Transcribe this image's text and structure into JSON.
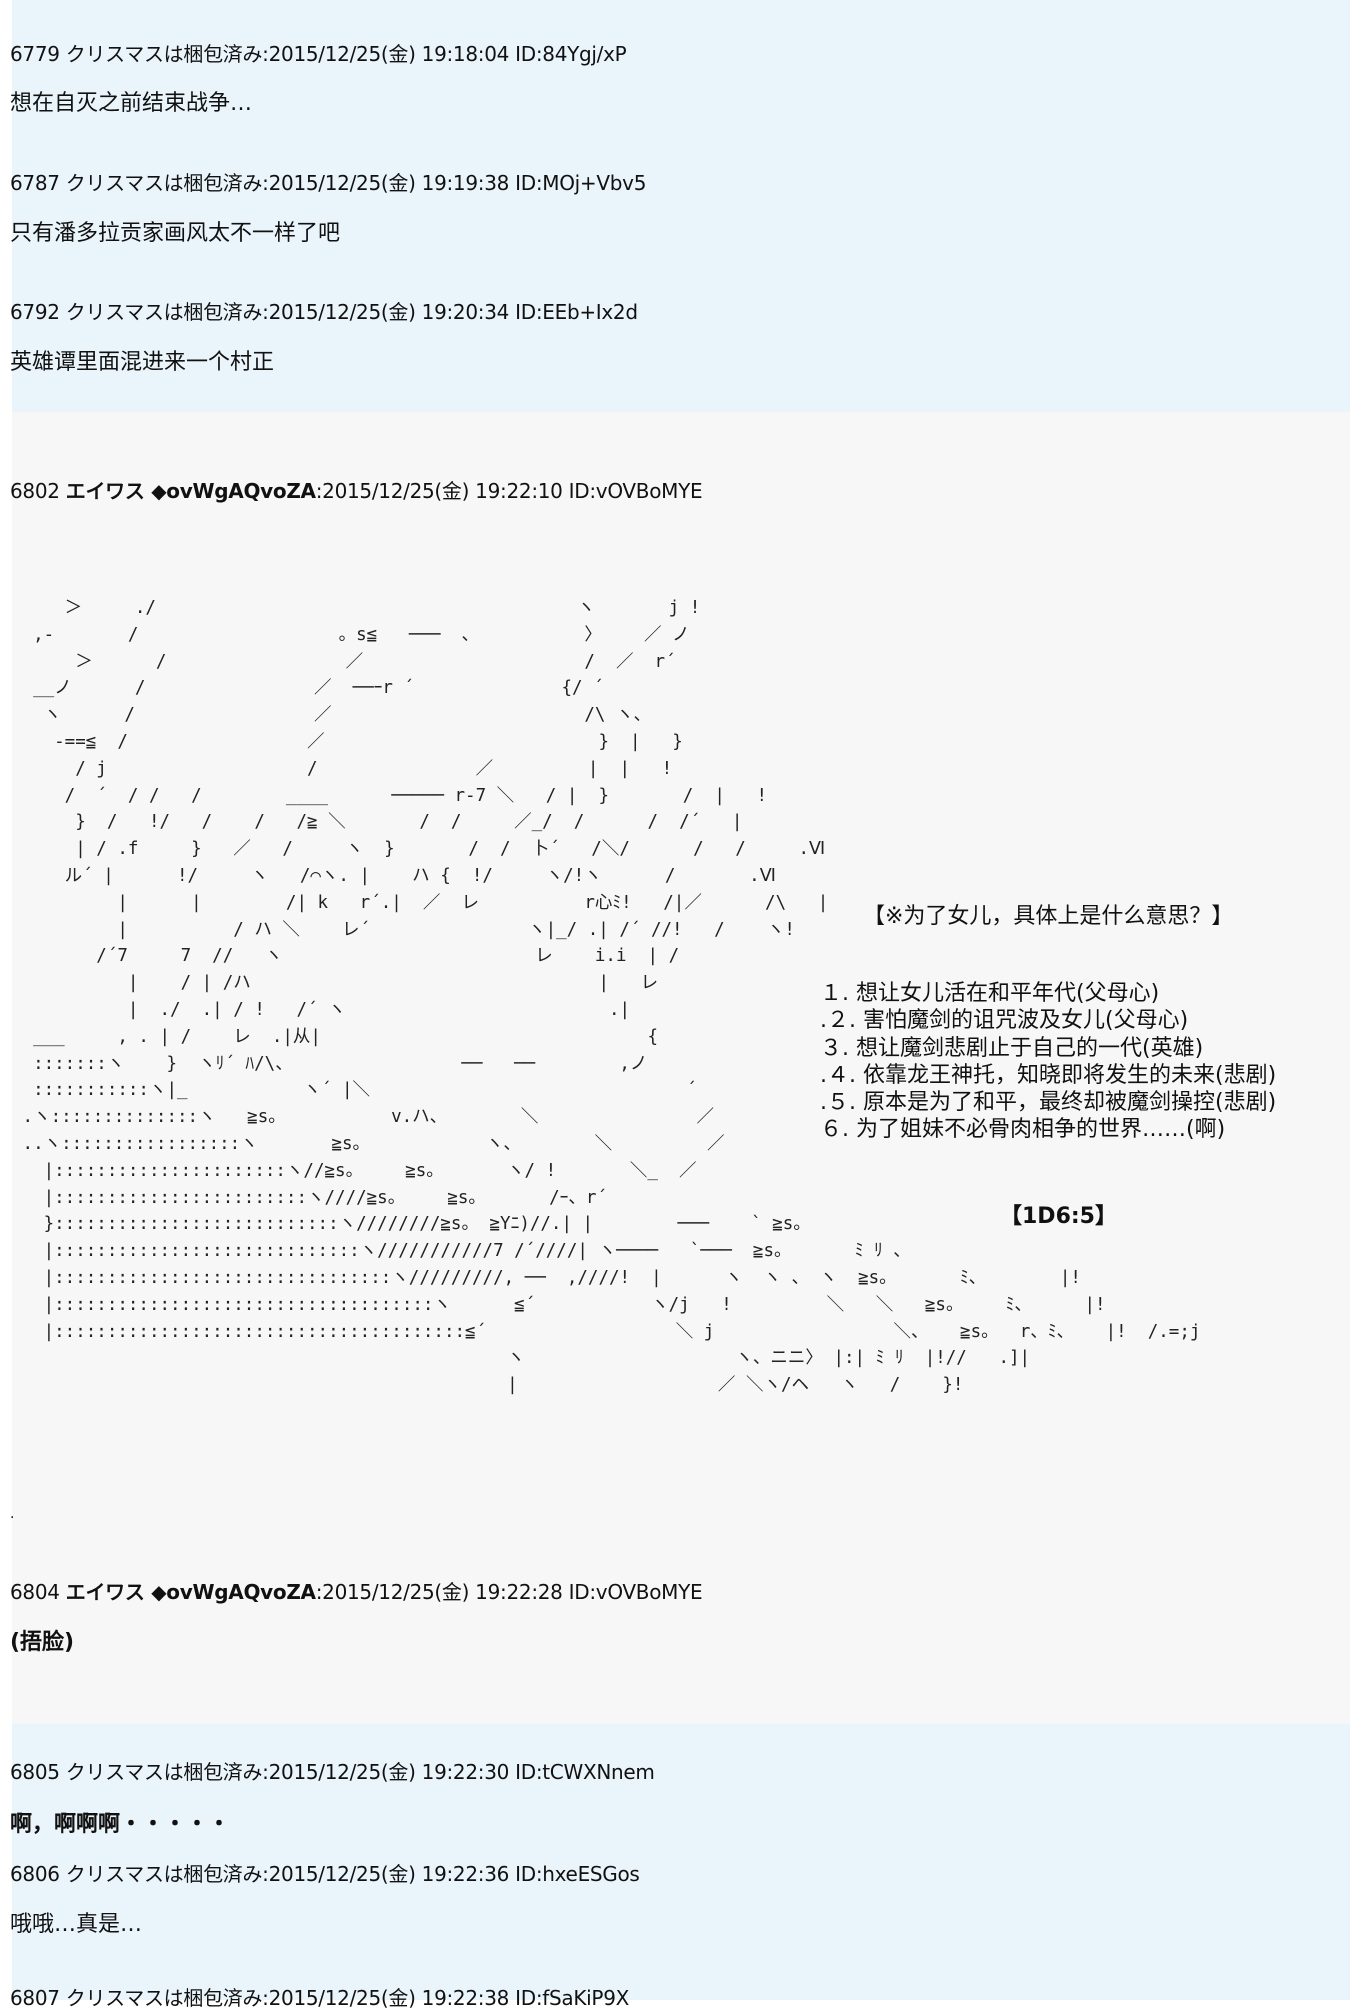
{
  "posts": [
    {
      "num": "6779",
      "name": "クリスマスは梱包済み",
      "meta": ":2015/12/25(金) 19:18:04 ID:84Ygj/xP",
      "body": "想在自灭之前结束战争…"
    },
    {
      "num": "6787",
      "name": "クリスマスは梱包済み",
      "meta": ":2015/12/25(金) 19:19:38 ID:MOj+Vbv5",
      "body": "只有潘多拉贡家画风太不一样了吧"
    },
    {
      "num": "6792",
      "name": "クリスマスは梱包済み",
      "meta": ":2015/12/25(金) 19:20:34 ID:EEb+Ix2d",
      "body": "英雄谭里面混进来一个村正"
    },
    {
      "num": "6802",
      "name": "エイワス ◆ovWgAQvoZA",
      "meta": ":2015/12/25(金) 19:22:10 ID:vOVBoMYE",
      "body": ""
    },
    {
      "num": "6804",
      "name": "エイワス ◆ovWgAQvoZA",
      "meta": ":2015/12/25(金) 19:22:28 ID:vOVBoMYE",
      "body": "(捂脸)"
    },
    {
      "num": "6805",
      "name": "クリスマスは梱包済み",
      "meta": ":2015/12/25(金) 19:22:30 ID:tCWXNnem",
      "body": "啊，啊啊啊・・・・・"
    },
    {
      "num": "6806",
      "name": "クリスマスは梱包済み",
      "meta": ":2015/12/25(金) 19:22:36 ID:hxeESGos",
      "body": "哦哦…真是…"
    },
    {
      "num": "6807",
      "name": "クリスマスは梱包済み",
      "meta": ":2015/12/25(金) 19:22:38 ID:fSaKiP9X",
      "body": ""
    }
  ],
  "choice": {
    "question": "【※为了女儿，具体上是什么意思？】",
    "options": [
      "１. 想让女儿活在和平年代(父母心)",
      ".２. 害怕魔剑的诅咒波及女儿(父母心)",
      "３. 想让魔剑悲剧止于自己的一代(英雄)",
      ".４. 依靠龙王神托，知晓即将发生的未来(悲剧)",
      ".５. 原本是为了和平，最终却被魔剑操控(悲剧)",
      "６. 为了姐妹不必骨肉相争的世界……(啊)"
    ],
    "dice": "【1D6:5】"
  },
  "ascii_art": "     ＞     ./                                        ヽ       j !\n  ,-       /                   。s≦   ───  、          〉    ／ ノ\n      ＞      /                 ／                     /  ／  r´\n  __ノ      /                ／  ──ｰr ´              {/ ´\n   ヽ      /                 ／                        /\\ ヽ、\n    -==≦  /                 ／                          }  |   }\n      / j                   /               ／         |  |   !\n     /  ´  / /   /        ____      ───── r-7 ＼   / |  }       /  |   !\n      }  /   !/   /    /   /≧ ＼       /  /     ／_/  /      /  /´   |\n      | / .f     }   ／   /     ヽ  }       /  /  卜´   /＼/      /   /     .Ⅵ\n     ル´ |      !/     ヽ   /⌒ヽ. |    ハ {  !/     ヽ/!ヽ      /       .Ⅵ\n          |      |        /| k   r´.|  ／  レ          r心ﾐ!   /|／      /\\   |\n          |          / ハ ＼    レ´               ヽ|_/ .| /´ //!   /    ヽ!\n        /´7     7  //   ヽ                        レ    i.i  | /\n           |    / | /ハ                                 |   レ\n           |  ./  .| / !   /´ ヽ                         .|\n  ___     , . | /    レ  .|从|                               {\n  :::::::ヽ    }  ヽﾘ´ ﾊ/\\、                ──   ──        ,ノ\n  :::::::::::ヽ|_           ヽ´ |＼                              ´\n .ヽ::::::::::::::ヽ   ≧s。          v.ハ、       ＼               ／\n ..ヽ:::::::::::::::::ヽ       ≧s。           ヽ、       ＼         ／\n   |::::::::::::::::::::::ヽ//≧s。    ≧s。      ヽ/ !       ＼_  ／\n   |::::::::::::::::::::::::ヽ////≧s。    ≧s。      /ｰ、r´\n   }:::::::::::::::::::::::::::ヽ////////≧s。 ≧Yﾆ)//.| |        ───    ` ≧s。\n   |:::::::::::::::::::::::::::::ヽ///////////7 /´////| ヽ────   `───  ≧s。      ﾐ ﾘ 、\n   |::::::::::::::::::::::::::::::::ヽ/////////, ──  ,////!  |      ヽ  ヽ 、 ヽ  ≧s。      ﾐ、       |!\n   |::::::::::::::::::::::::::::::::::::ヽ      ≦´           ヽ/j   !         ＼   ＼   ≧s。    ﾐ、     |!\n   |:::::::::::::::::::::::::::::::::::::::≦´                  ＼ j                 ＼、   ≧s。  r、ﾐ、   |!  /.=;j\n                                               ヽ                    ヽ、ニニ〉 |:| ﾐ ﾘ  |!//   .]|\n                                               |                   ／ ＼ヽ/ヘ   ヽ   /    }!"
}
